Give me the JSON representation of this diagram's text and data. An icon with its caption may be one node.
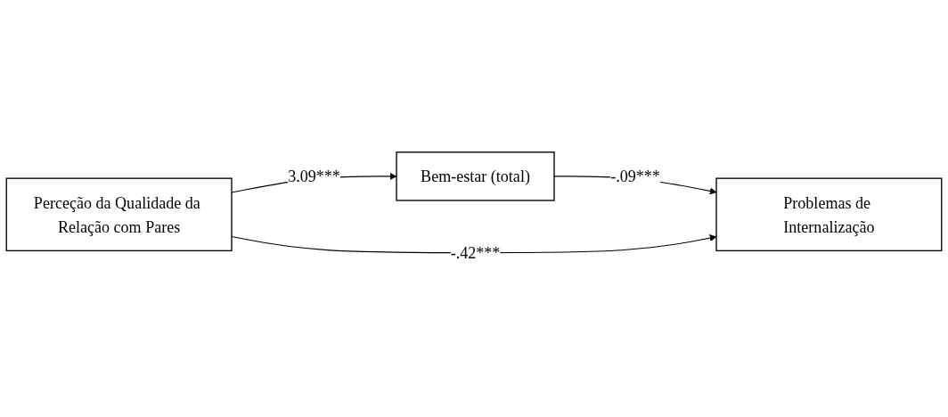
{
  "diagram": {
    "nodes": [
      {
        "text": [
          "Bem-estar (total)"
        ]
      },
      {
        "text": [
          "Perceção da Qualidade da Relação com Pares"
        ]
      },
      {
        "text": [
          "Problemas de Internalização"
        ]
      }
    ],
    "edges": [
      {
        "from": 1,
        "to": 0,
        "arrow": "to",
        "label": "3.09***"
      },
      {
        "from": 0,
        "to": 2,
        "arrow": "to",
        "label": "-.09***"
      },
      {
        "from": 1,
        "to": 2,
        "arrow": "to",
        "label": "-.42***"
      }
    ]
  }
}
